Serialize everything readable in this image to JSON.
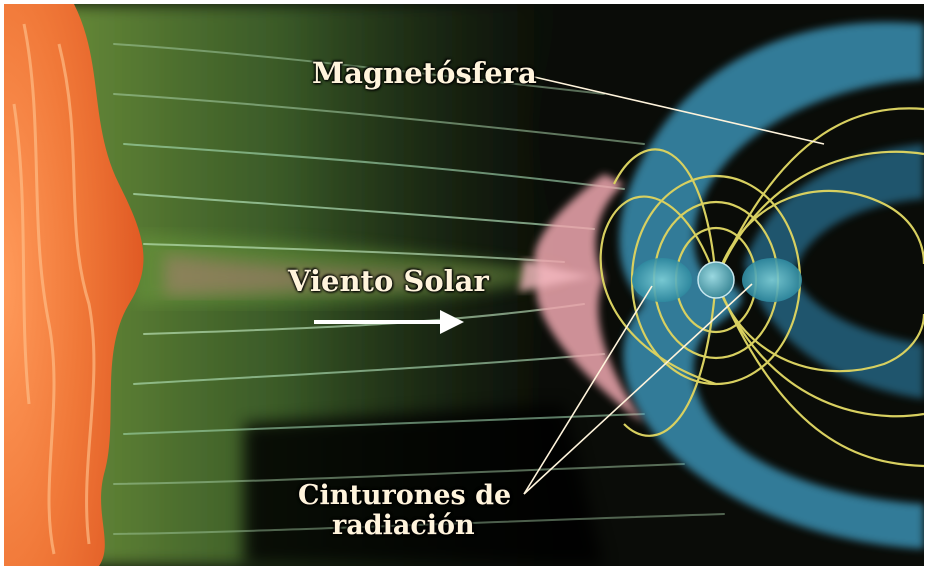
{
  "labels": {
    "magnetosphere": "Magnetósfera",
    "solar_wind": "Viento Solar",
    "radiation_belts_line1": "Cinturones de",
    "radiation_belts_line2": "radiación"
  },
  "colors": {
    "background": "#0a0c08",
    "sun": "#f0783a",
    "wind_green": "#5a8a34",
    "field_lines": "#d8d060",
    "magnetosphere_blue": "#3fa0c8",
    "bow_shock_pink": "#f0a8b0",
    "label_text": "#fff4dc"
  },
  "icons": [
    "sun",
    "earth",
    "arrow-right"
  ]
}
